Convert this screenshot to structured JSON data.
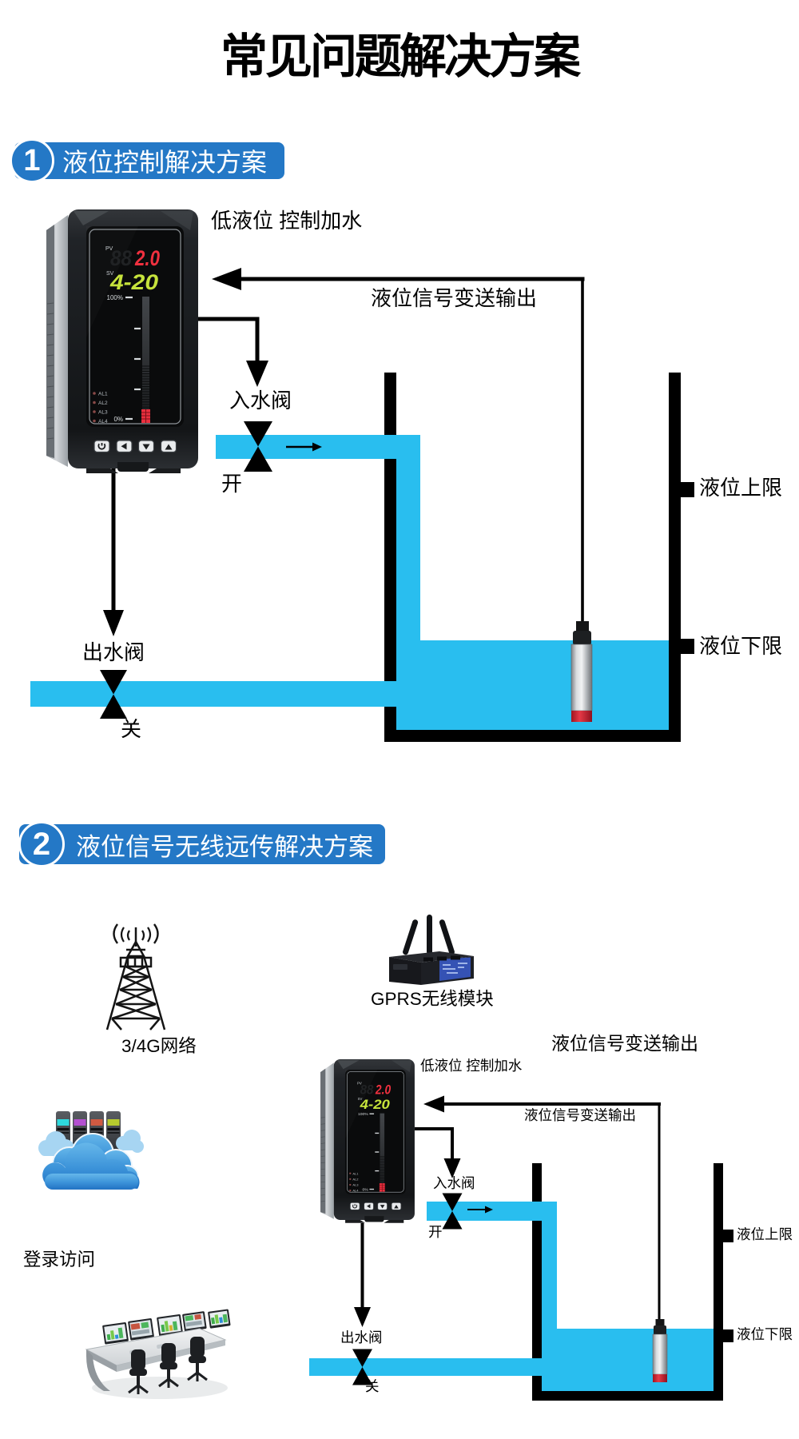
{
  "page": {
    "title": "常见问题解决方案"
  },
  "colors": {
    "accent_blue": "#2478C6",
    "pipe_cyan": "#29BEEF",
    "display_red": "#F03040",
    "display_green": "#C6E33C",
    "line_black": "#000000"
  },
  "device": {
    "pv_label": "PV",
    "pv_ghost": "88",
    "pv_value": "2.0",
    "sv_label": "SV",
    "sv_value": "4-20",
    "scale_top": "100%",
    "scale_bottom": "0%",
    "alarm_labels": [
      "AL1",
      "AL2",
      "AL3",
      "AL4"
    ]
  },
  "section1": {
    "badge": "1",
    "heading": "液位控制解决方案",
    "labels": {
      "low_level_note": "低液位 控制加水",
      "signal_output": "液位信号变送输出",
      "inlet_valve": "入水阀",
      "valve_open": "开",
      "outlet_valve": "出水阀",
      "valve_closed": "关",
      "level_upper_limit": "液位上限",
      "level_lower_limit": "液位下限"
    }
  },
  "section2": {
    "badge": "2",
    "heading": "液位信号无线远传解决方案",
    "labels": {
      "network": "3/4G网络",
      "gprs_module": "GPRS无线模块",
      "signal_output_heading": "液位信号变送输出",
      "login_access": "登录访问",
      "low_level_note": "低液位 控制加水",
      "signal_output": "液位信号变送输出",
      "inlet_valve": "入水阀",
      "valve_open": "开",
      "outlet_valve": "出水阀",
      "valve_closed": "关",
      "level_upper_limit": "液位上限",
      "level_lower_limit": "液位下限"
    }
  }
}
